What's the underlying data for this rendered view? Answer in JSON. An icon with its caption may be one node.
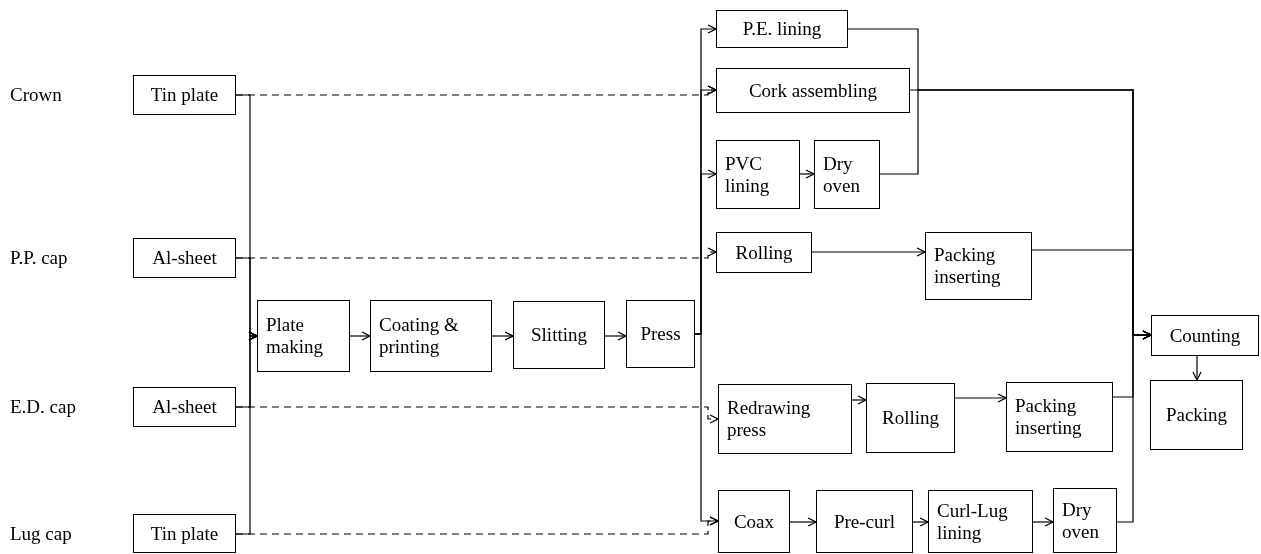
{
  "diagram": {
    "nodes": [
      {
        "text": [
          "Tin plate"
        ]
      },
      {
        "text": [
          "Al-sheet"
        ]
      },
      {
        "text": [
          "Al-sheet"
        ]
      },
      {
        "text": [
          "Tin plate"
        ]
      },
      {
        "text": [
          "Plate making"
        ]
      },
      {
        "text": [
          "Coating & printing"
        ]
      },
      {
        "text": [
          "Slitting"
        ]
      },
      {
        "text": [
          "Press"
        ]
      },
      {
        "text": [
          "P.E. lining"
        ]
      },
      {
        "text": [
          "Cork assembling"
        ]
      },
      {
        "text": [
          "PVC lining"
        ]
      },
      {
        "text": [
          "Dry oven"
        ]
      },
      {
        "text": [
          "Rolling"
        ]
      },
      {
        "text": [
          "Packing inserting"
        ]
      },
      {
        "text": [
          "Redrawing press"
        ]
      },
      {
        "text": [
          "Rolling"
        ]
      },
      {
        "text": [
          "Packing inserting"
        ]
      },
      {
        "text": [
          "Coax"
        ]
      },
      {
        "text": [
          "Pre-curl"
        ]
      },
      {
        "text": [
          "Curl-Lug lining"
        ]
      },
      {
        "text": [
          "Dry oven"
        ]
      },
      {
        "text": [
          "Counting"
        ]
      },
      {
        "text": [
          "Packing"
        ]
      }
    ],
    "edges": [
      {
        "from": 0,
        "to": 9,
        "arrow": "to",
        "style": "dashed"
      },
      {
        "from": 1,
        "to": 12,
        "arrow": "to",
        "style": "dashed"
      },
      {
        "from": 2,
        "to": 14,
        "arrow": "to",
        "style": "dashed"
      },
      {
        "from": 3,
        "to": 17,
        "arrow": "to",
        "style": "dashed"
      },
      {
        "from": 0,
        "to": 4,
        "arrow": "to"
      },
      {
        "from": 1,
        "to": 4,
        "arrow": "to"
      },
      {
        "from": 2,
        "to": 4,
        "arrow": "to"
      },
      {
        "from": 3,
        "to": 4,
        "arrow": "to"
      },
      {
        "from": 4,
        "to": 5,
        "arrow": "to"
      },
      {
        "from": 5,
        "to": 6,
        "arrow": "to"
      },
      {
        "from": 6,
        "to": 7,
        "arrow": "to"
      },
      {
        "from": 7,
        "to": 8,
        "arrow": "to"
      },
      {
        "from": 7,
        "to": 9,
        "arrow": "to"
      },
      {
        "from": 7,
        "to": 10,
        "arrow": "to"
      },
      {
        "from": 7,
        "to": 17,
        "arrow": "to"
      },
      {
        "from": 10,
        "to": 11,
        "arrow": "to"
      },
      {
        "from": 8,
        "to": 21,
        "arrow": "to"
      },
      {
        "from": 9,
        "to": 21,
        "arrow": "to"
      },
      {
        "from": 11,
        "to": 21,
        "arrow": "to"
      },
      {
        "from": 12,
        "to": 13,
        "arrow": "to"
      },
      {
        "from": 13,
        "to": 21,
        "arrow": "to"
      },
      {
        "from": 14,
        "to": 15,
        "arrow": "to"
      },
      {
        "from": 15,
        "to": 16,
        "arrow": "to"
      },
      {
        "from": 16,
        "to": 21,
        "arrow": "to"
      },
      {
        "from": 17,
        "to": 18,
        "arrow": "to"
      },
      {
        "from": 18,
        "to": 19,
        "arrow": "to"
      },
      {
        "from": 19,
        "to": 20,
        "arrow": "to"
      },
      {
        "from": 20,
        "to": 21,
        "arrow": "to"
      },
      {
        "from": 21,
        "to": 22,
        "arrow": "to"
      }
    ],
    "labels": [
      "Crown",
      "P.P. cap",
      "E.D. cap",
      "Lug cap"
    ]
  }
}
